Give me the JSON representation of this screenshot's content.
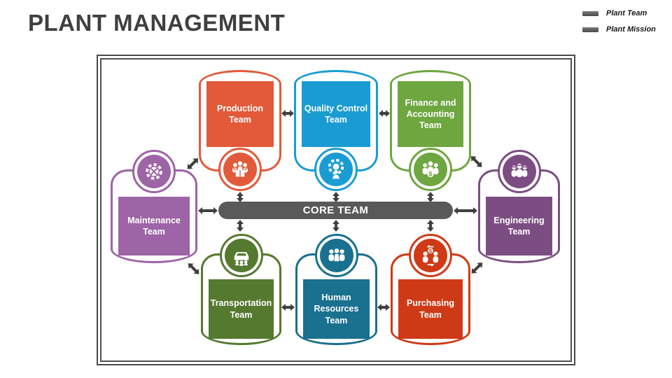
{
  "page": {
    "title": "PLANT MANAGEMENT"
  },
  "legend": {
    "items": [
      {
        "label": "Plant Team",
        "marker": "gray-dash"
      },
      {
        "label": "Plant Mission",
        "marker": "gray-dash"
      }
    ]
  },
  "colors": {
    "title_text": "#3F3F3F",
    "frame_border": "#4A4A4A",
    "arrow": "#3F3F3F",
    "core_pill": "#595959"
  },
  "diagram": {
    "core": {
      "label": "CORE TEAM",
      "color": "#595959"
    },
    "teams": [
      {
        "id": "production",
        "label": "Production Team",
        "color": "#E25A3A",
        "icon": "people-packing-box-icon",
        "position": "top-left"
      },
      {
        "id": "quality",
        "label": "Quality Control Team",
        "color": "#1A9CD3",
        "icon": "gear-person-icon",
        "position": "top-center"
      },
      {
        "id": "finance",
        "label": "Finance and Accounting Team",
        "color": "#6EA63F",
        "icon": "people-dollar-icon",
        "position": "top-right"
      },
      {
        "id": "maintenance",
        "label": "Maintenance Team",
        "color": "#9D64A6",
        "icon": "gear-tools-icon",
        "position": "middle-left"
      },
      {
        "id": "engineering",
        "label": "Engineering Team",
        "color": "#7C4D83",
        "icon": "engineers-icon",
        "position": "middle-right"
      },
      {
        "id": "transportation",
        "label": "Transportation Team",
        "color": "#55792F",
        "icon": "car-people-icon",
        "position": "bottom-left"
      },
      {
        "id": "hr",
        "label": "Human Resources Team",
        "color": "#19708F",
        "icon": "people-group-icon",
        "position": "bottom-center"
      },
      {
        "id": "purchasing",
        "label": "Purchasing Team",
        "color": "#CF3A16",
        "icon": "buyer-seller-dollar-icon",
        "position": "bottom-right"
      }
    ]
  }
}
